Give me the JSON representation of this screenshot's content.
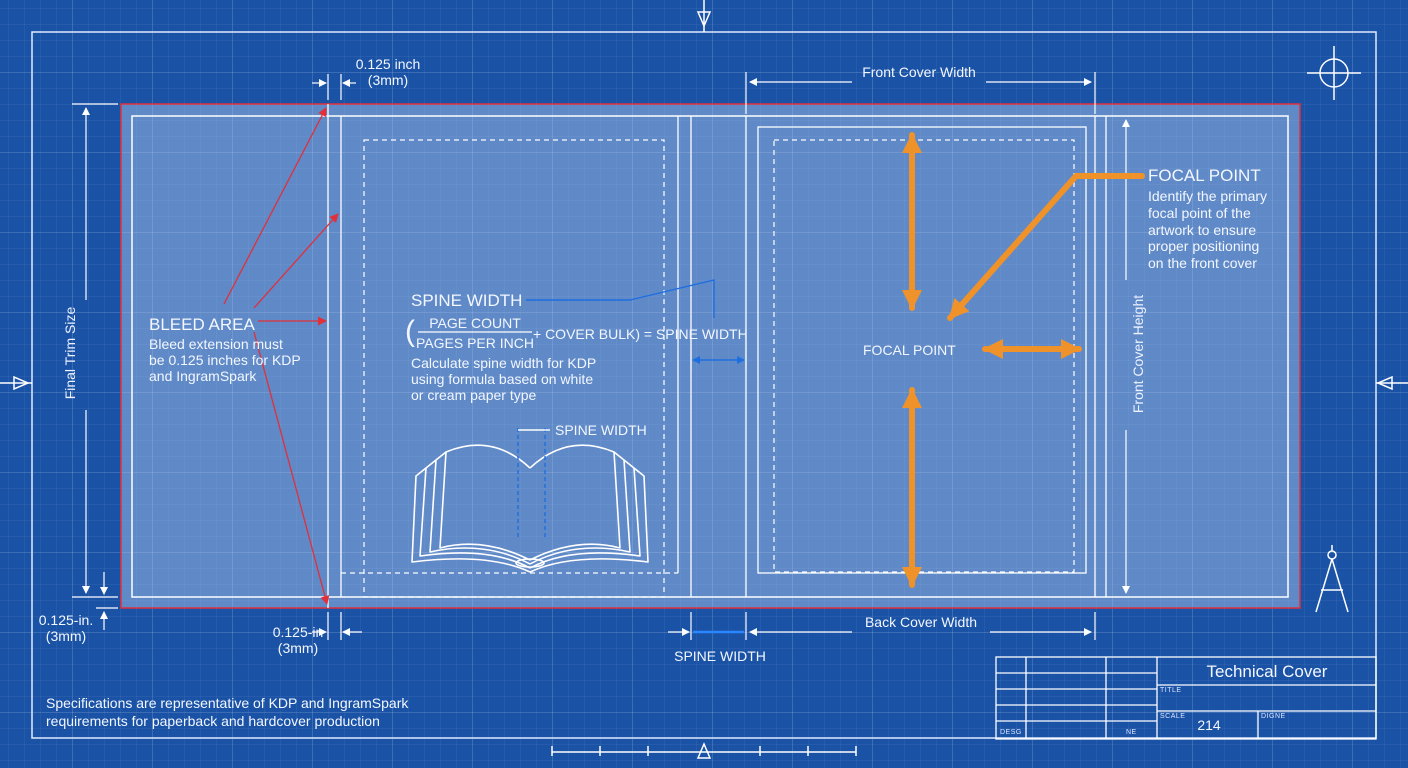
{
  "labels": {
    "bleed_top_inch": "0.125 inch",
    "bleed_top_mm": "(3mm)",
    "front_cover_width": "Front Cover Width",
    "back_cover_width": "Back Cover Width",
    "final_trim_size": "Final Trim Size",
    "front_cover_height": "Front Cover Height",
    "bleed_left_inch": "0.125-in.",
    "bleed_left_mm": "(3mm)",
    "bleed_bottom_inch": "0.125-in",
    "bleed_bottom_mm": "(3mm)",
    "spine_width_bottom": "SPINE WIDTH",
    "spine_width_book": "SPINE WIDTH"
  },
  "bleed": {
    "title": "BLEED AREA",
    "desc_lines": [
      "Bleed extension must",
      "be 0.125 inches for KDP",
      "and IngramSpark"
    ]
  },
  "spine": {
    "title": "SPINE WIDTH",
    "numerator": "PAGE COUNT",
    "denominator": "PAGES PER INCH",
    "paren_open": "(",
    "paren_close": ")",
    "formula_tail": "+ COVER BULK) = SPINE WIDTH",
    "desc_lines": [
      "Calculate spine width for KDP",
      "using formula based on white",
      "or cream paper type"
    ]
  },
  "focal": {
    "title": "FOCAL POINT",
    "center_label": "FOCAL POINT",
    "desc_lines": [
      "Identify the primary",
      "focal point of the",
      "artwork to ensure",
      "proper positioning",
      "on the front cover"
    ]
  },
  "footer_note_lines": [
    "Specifications are representative of KDP and IngramSpark",
    "requirements for paperback and hardcover production"
  ],
  "title_block": {
    "title": "Technical Cover",
    "title_label": "TITLE",
    "scale_label": "SCALE",
    "scale_value": "214",
    "design_label": "DIGNE",
    "left_label_a": "DESG",
    "left_label_b": "NE"
  },
  "colors": {
    "background": "#1a52a6",
    "bleed_red": "#e0303a",
    "focal_orange": "#f0922a",
    "spine_blue": "#1f6fe0",
    "line_white": "#ffffff"
  }
}
